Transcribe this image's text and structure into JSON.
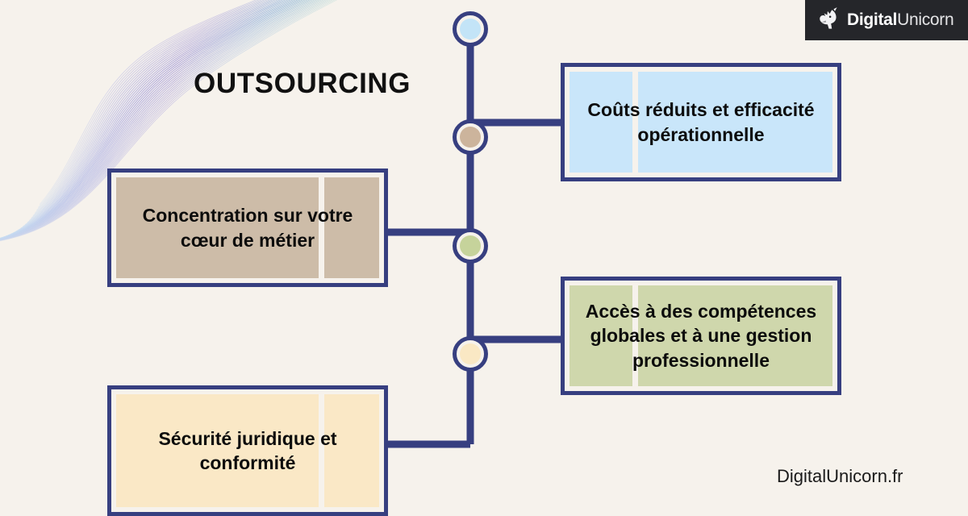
{
  "page": {
    "background_color": "#F6F2EC",
    "title": "OUTSOURCING"
  },
  "brand": {
    "logo_icon": "unicorn-head-icon",
    "logo_name_bold": "Digital",
    "logo_name_light": "Unicorn",
    "logo_background": "#25262A",
    "footer_url": "DigitalUnicorn.fr"
  },
  "diagram": {
    "accent_color": "#373F80",
    "nodes": [
      {
        "id": "node-top",
        "color": "#C3E4F7",
        "icon": "circle-node-icon"
      },
      {
        "id": "node-costs",
        "color": "#CCB49C",
        "icon": "circle-node-icon"
      },
      {
        "id": "node-core",
        "color": "#C6D39B",
        "icon": "circle-node-icon"
      },
      {
        "id": "node-skills",
        "color": "#FAE8C4",
        "icon": "circle-node-icon"
      }
    ],
    "cards": [
      {
        "id": "card-costs",
        "text": "Coûts réduits et efficacité opérationnelle",
        "fill": "#C9E6FA",
        "side": "right"
      },
      {
        "id": "card-core-business",
        "text": "Concentration sur votre cœur de métier",
        "fill": "#CDBCA8",
        "side": "left"
      },
      {
        "id": "card-global-skills",
        "text": "Accès à des compétences globales et à une gestion professionnelle",
        "fill": "#CFD7AC",
        "side": "right"
      },
      {
        "id": "card-legal-security",
        "text": "Sécurité juridique et conformité",
        "fill": "#FAE8C6",
        "side": "left"
      }
    ]
  }
}
